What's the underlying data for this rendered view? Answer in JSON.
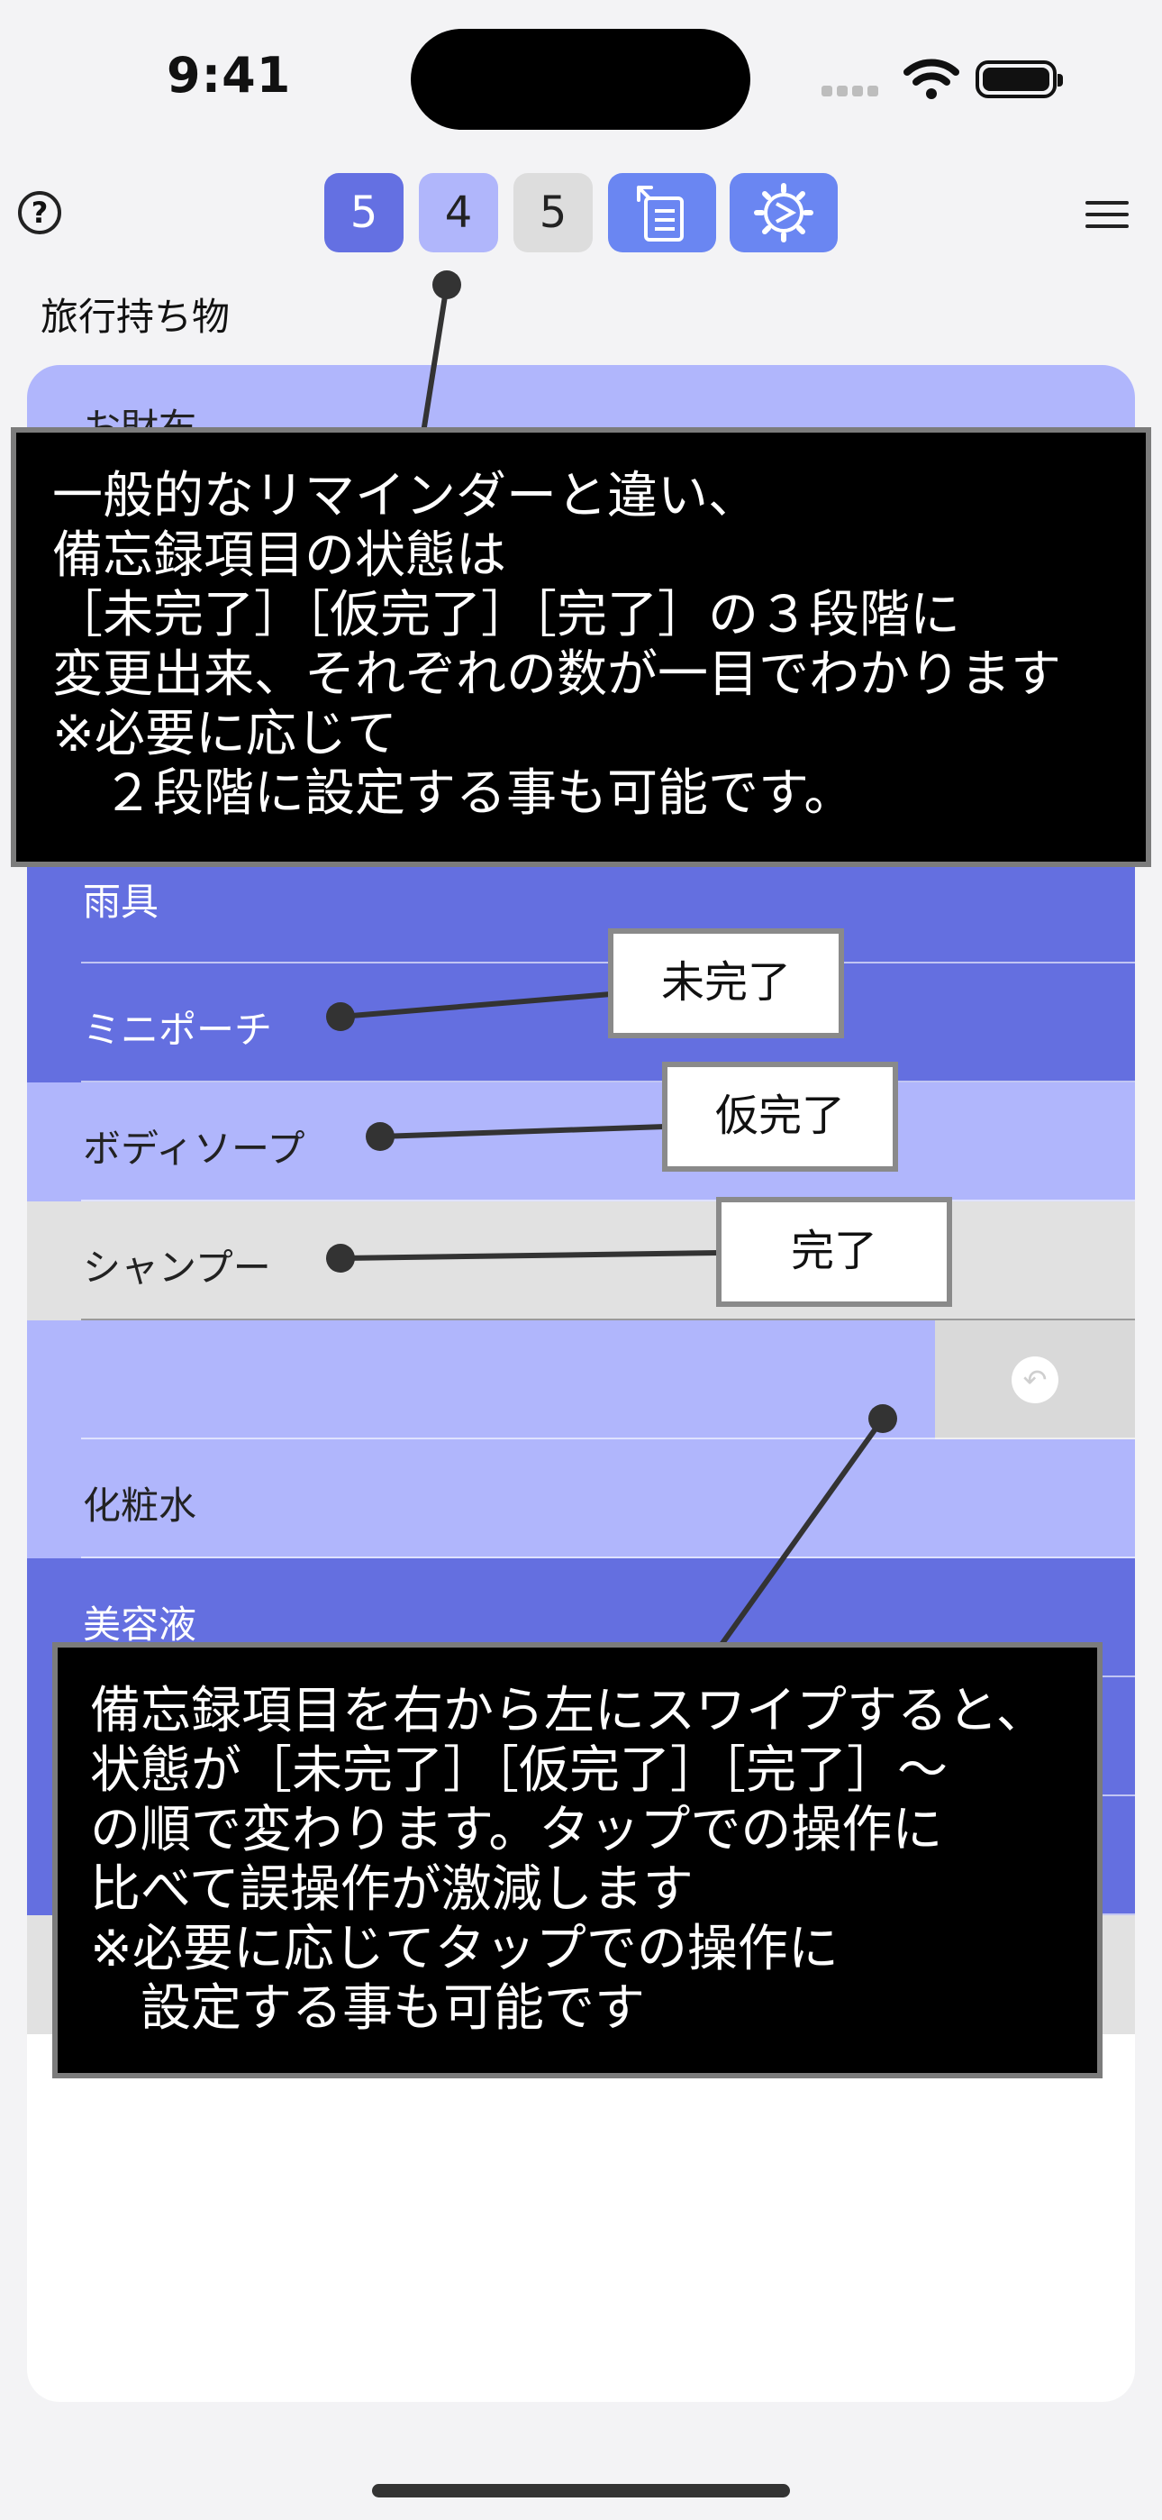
{
  "status_bar": {
    "time": "9:41"
  },
  "toolbar": {
    "help_icon_glyph": "?",
    "counts": {
      "incomplete": "5",
      "provisional": "4",
      "complete": "5"
    },
    "icons": [
      "help-icon",
      "list-edit-icon",
      "settings-gear-icon",
      "menu-icon"
    ]
  },
  "list": {
    "title": "旅行持ち物",
    "rows": [
      {
        "label": "お財布",
        "state": "provisional"
      },
      {
        "label": "雨具",
        "state": "incomplete"
      },
      {
        "label": "ミニポーチ",
        "state": "incomplete"
      },
      {
        "label": "ボディソープ",
        "state": "provisional"
      },
      {
        "label": "シャンプー",
        "state": "complete"
      },
      {
        "label": "",
        "state": "provisional",
        "swiped": true
      },
      {
        "label": "化粧水",
        "state": "provisional"
      },
      {
        "label": "美容液",
        "state": "incomplete"
      },
      {
        "label": "",
        "state": "incomplete"
      },
      {
        "label": "",
        "state": "incomplete"
      },
      {
        "label": "",
        "state": "complete"
      }
    ]
  },
  "callouts": {
    "top": "一般的なリマインダーと違い、\n備忘録項目の状態は\n［未完了］［仮完了］［完了］の３段階に\n変更出来、それぞれの数が一目でわかります\n※必要に応じて\n　２段階に設定する事も可能です。",
    "bottom": "備忘録項目を右から左にスワイプすると、\n状態が［未完了］［仮完了］［完了］〜\nの順で変わります。タップでの操作に\n比べて誤操作が激減します\n※必要に応じてタップでの操作に\n　設定する事も可能です",
    "label_incomplete": "未完了",
    "label_provisional": "仮完了",
    "label_complete": "完了"
  },
  "colors": {
    "incomplete": "#646fe0",
    "provisional": "#b0b6fc",
    "complete": "#e1e1e1",
    "toolbar_button": "#6a86f2"
  }
}
